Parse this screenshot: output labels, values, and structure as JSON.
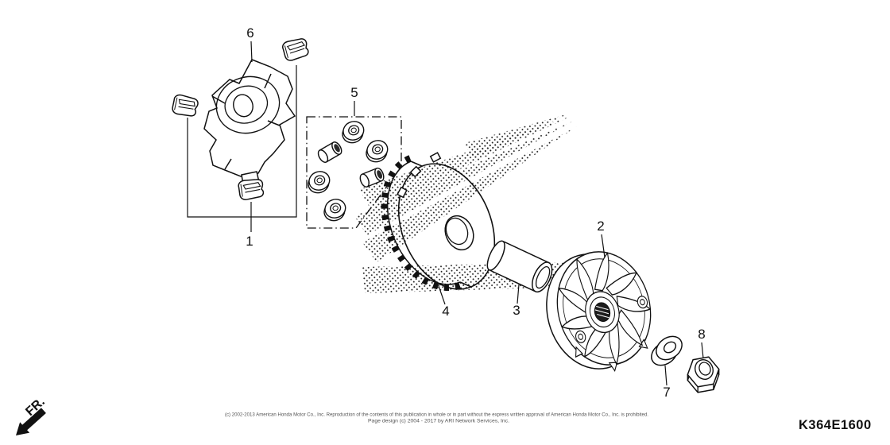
{
  "diagram": {
    "code": "K364E1600",
    "fr_indicator": "FR.",
    "callouts": [
      "1",
      "2",
      "3",
      "4",
      "5",
      "6",
      "7",
      "8"
    ],
    "footer_line1": "(c) 2002-2013 American Honda Motor Co., Inc. Reproduction of the contents of this publication in whole or in part without the express written approval of American Honda Motor Co., Inc. is prohibited.",
    "footer_line2": "Page design (c) 2004 - 2017 by ARI Network Services, Inc."
  }
}
